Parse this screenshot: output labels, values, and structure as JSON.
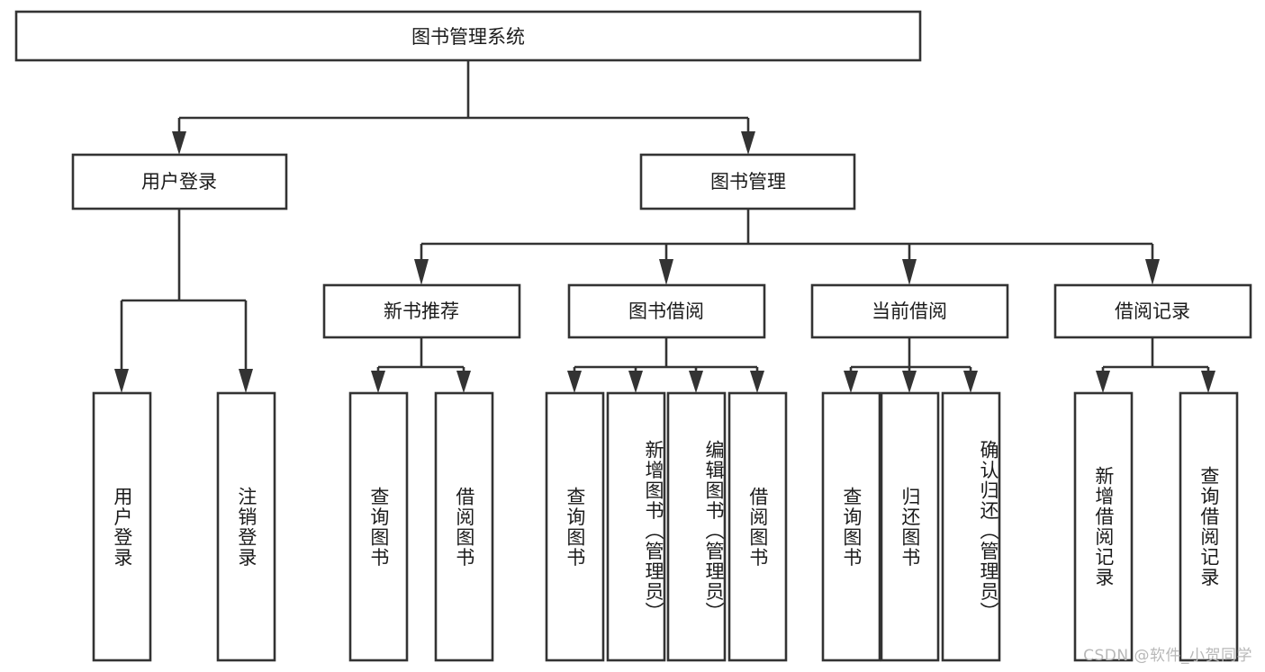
{
  "diagram": {
    "title": "图书管理系统",
    "type": "tree",
    "orientation": "top-down",
    "colors": {
      "box_fill": "#ffffff",
      "box_stroke": "#333333",
      "text": "#1b1b1b",
      "background": "#ffffff",
      "watermark": "#b8b8b8"
    },
    "root": {
      "id": "root",
      "label": "图书管理系统"
    },
    "level2": [
      {
        "id": "user-login",
        "label": "用户登录"
      },
      {
        "id": "book-manage",
        "label": "图书管理"
      }
    ],
    "level3": [
      {
        "id": "new-book-recommend",
        "label": "新书推荐",
        "parent": "book-manage"
      },
      {
        "id": "book-borrow",
        "label": "图书借阅",
        "parent": "book-manage"
      },
      {
        "id": "current-borrow",
        "label": "当前借阅",
        "parent": "book-manage"
      },
      {
        "id": "borrow-record",
        "label": "借阅记录",
        "parent": "book-manage"
      }
    ],
    "leaves": [
      {
        "id": "leaf-user-login",
        "label": "用户登录",
        "parent": "user-login"
      },
      {
        "id": "leaf-logout-login",
        "label": "注销登录",
        "parent": "user-login"
      },
      {
        "id": "leaf-query-book-1",
        "label": "查询图书",
        "parent": "new-book-recommend"
      },
      {
        "id": "leaf-borrow-book-1",
        "label": "借阅图书",
        "parent": "new-book-recommend"
      },
      {
        "id": "leaf-query-book-2",
        "label": "查询图书",
        "parent": "book-borrow"
      },
      {
        "id": "leaf-add-book",
        "label": "新增图书（管理员）",
        "parent": "book-borrow"
      },
      {
        "id": "leaf-edit-book",
        "label": "编辑图书（管理员）",
        "parent": "book-borrow"
      },
      {
        "id": "leaf-borrow-book-2",
        "label": "借阅图书",
        "parent": "book-borrow"
      },
      {
        "id": "leaf-query-book-3",
        "label": "查询图书",
        "parent": "current-borrow"
      },
      {
        "id": "leaf-return-book",
        "label": "归还图书",
        "parent": "current-borrow"
      },
      {
        "id": "leaf-confirm-return",
        "label": "确认归还（管理员）",
        "parent": "current-borrow"
      },
      {
        "id": "leaf-add-record",
        "label": "新增借阅记录",
        "parent": "borrow-record"
      },
      {
        "id": "leaf-query-record",
        "label": "查询借阅记录",
        "parent": "borrow-record"
      }
    ]
  },
  "watermark": {
    "text": "CSDN @软件_小贺同学"
  }
}
